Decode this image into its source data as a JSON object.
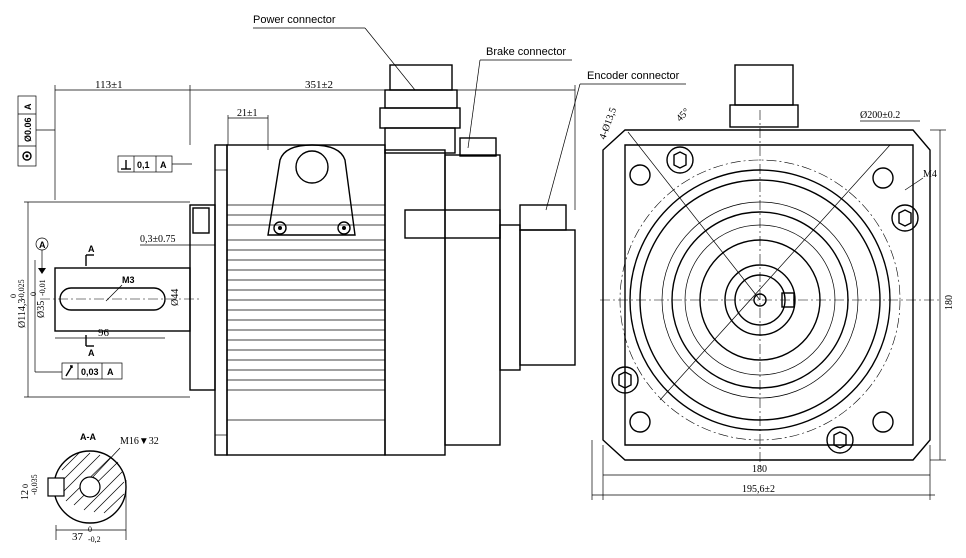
{
  "callouts": {
    "power": "Power connector",
    "brake": "Brake connector",
    "encoder": "Encoder connector"
  },
  "dims": {
    "flange_to_shaft": "113±1",
    "body_length": "351±2",
    "key_offset": "21±1",
    "flange_gap": "0,3±0.75",
    "shaft_len": "96",
    "shaft_dia": "Ø44",
    "thread": "M3",
    "pilot_dia": "Ø114,3",
    "pilot_tol_top": "0",
    "pilot_tol_bot": "-0,025",
    "shaft_dia2": "Ø35",
    "shaft_tol_top": "0",
    "shaft_tol_bot": "-0,01",
    "section_label": "A-A",
    "section_thread": "M16▼32",
    "key_w": "12",
    "key_w_tol_top": "0",
    "key_w_tol_bot": "-0,035",
    "key_depth": "37",
    "key_depth_tol_top": "0",
    "key_depth_tol_bot": "-0,2",
    "bolt_holes": "4-Ø13,5",
    "angle": "45°",
    "pcd": "Ø200±0.2",
    "tap": "M4",
    "flange_w": "180",
    "flange_h": "180",
    "overall_w": "195,6±2"
  },
  "tolerances": {
    "flatness_val": "Ø0.06",
    "flatness_ref": "A",
    "perp_val": "0,1",
    "perp_ref": "A",
    "runout_val": "0,03",
    "runout_ref": "A",
    "datum": "A",
    "section_mark": "A"
  }
}
